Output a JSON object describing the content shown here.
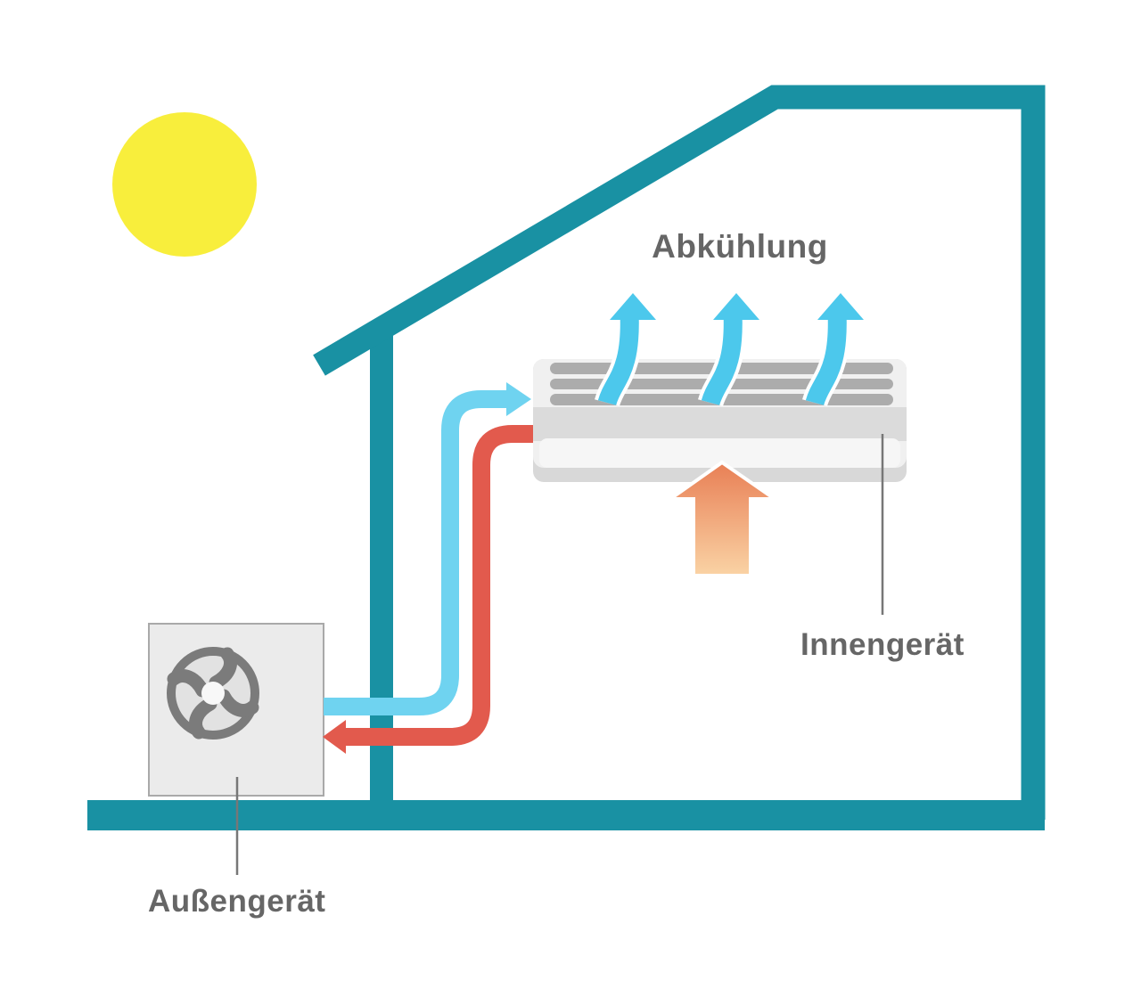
{
  "labels": {
    "cooling": "Abkühlung",
    "indoor_unit": "Innengerät",
    "outdoor_unit": "Außengerät"
  },
  "icons": {
    "sun": "sun-icon",
    "fan": "fan-icon",
    "cool_air_flow": "curved-up-arrow-icon",
    "warm_air_flow": "up-arrow-icon",
    "cold_refrigerant_pipe": "right-arrow-pipe-icon",
    "hot_refrigerant_pipe": "left-arrow-pipe-icon"
  },
  "colors": {
    "house": "#1991A3",
    "sun": "#F8EE3C",
    "cool-air": "#4CC8EC",
    "pipe-cold": "#6FD3F0",
    "pipe-hot": "#E25A4D",
    "warm-top": "#E87F55",
    "warm-bottom": "#FAD3A5",
    "unit-body": "#F0F0F0",
    "unit-band": "#DBDBDB",
    "unit-panel": "#F6F6F6",
    "unit-shadow": "#D8D8D8",
    "slat": "#ACACAC",
    "outdoor-body": "#EBEBEB",
    "outdoor-border": "#A9A9A9",
    "fan": "#7B7B7B",
    "fan-inner": "#E2E2E2",
    "fan-hub": "#F8F8F8",
    "text": "#666666",
    "leader": "#777777"
  }
}
